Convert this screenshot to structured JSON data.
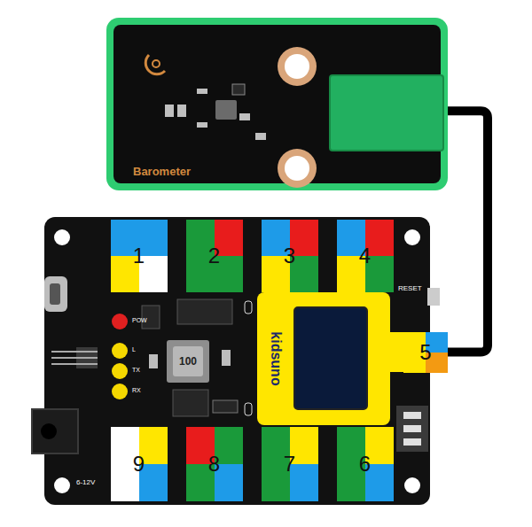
{
  "diagram": {
    "nodes": [
      {
        "text": [
          "Barometer"
        ]
      },
      {
        "text": [
          "1"
        ]
      },
      {
        "text": [
          "2"
        ]
      },
      {
        "text": [
          "3"
        ]
      },
      {
        "text": [
          "4"
        ]
      },
      {
        "text": [
          "kidsuno"
        ]
      },
      {
        "text": [
          "5"
        ]
      },
      {
        "text": [
          "9"
        ]
      },
      {
        "text": [
          "8"
        ]
      },
      {
        "text": [
          "7"
        ]
      },
      {
        "text": [
          "6"
        ]
      }
    ],
    "edges": [
      {
        "from": 0,
        "to": 6,
        "arrow": "none"
      }
    ],
    "labels": [
      "RESET",
      "POW",
      "L",
      "TX",
      "RX",
      "100",
      "6-12V"
    ]
  }
}
